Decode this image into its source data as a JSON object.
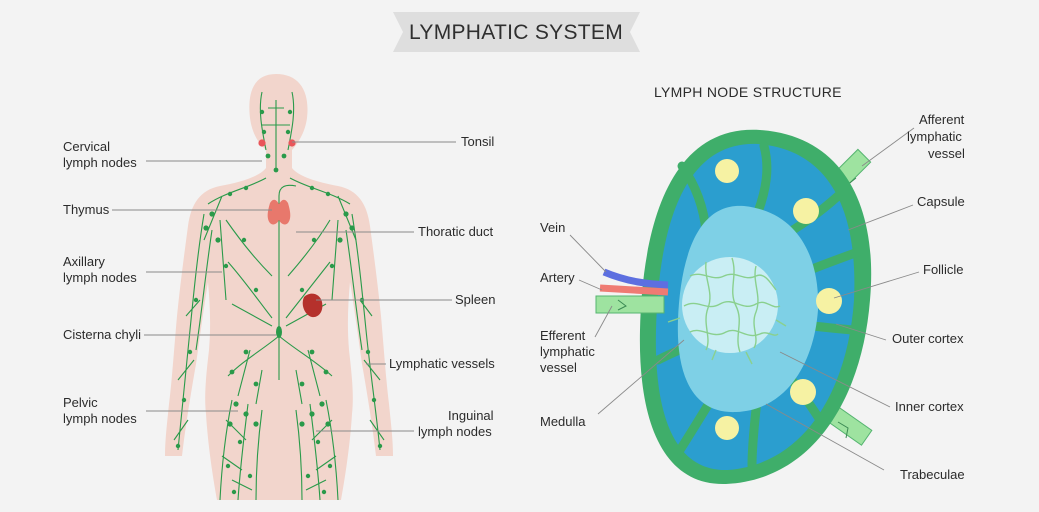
{
  "title": "LYMPHATIC SYSTEM",
  "body_diagram": {
    "labels": {
      "cervical": [
        "Cervical",
        "lymph nodes"
      ],
      "thymus": "Thymus",
      "axillary": [
        "Axillary",
        "lymph nodes"
      ],
      "cisterna": "Cisterna chyli",
      "pelvic": [
        "Pelvic",
        "lymph nodes"
      ],
      "tonsil": "Tonsil",
      "thoracic_duct": "Thoratic duct",
      "spleen": "Spleen",
      "lymphatic_vessels": "Lymphatic vessels",
      "inguinal": [
        "Inguinal",
        "lymph nodes"
      ]
    }
  },
  "node_diagram": {
    "title": "LYMPH NODE STRUCTURE",
    "labels": {
      "vein": "Vein",
      "artery": "Artery",
      "efferent": [
        "Efferent",
        "lymphatic",
        "vessel"
      ],
      "medulla": "Medulla",
      "afferent": [
        "Afferent",
        "lymphatic",
        "vessel"
      ],
      "capsule": "Capsule",
      "follicle": "Follicle",
      "outer_cortex": "Outer cortex",
      "inner_cortex": "Inner cortex",
      "trabeculae": "Trabeculae"
    }
  },
  "colors": {
    "background": "#f3f3f3",
    "skin": "#f2d5cc",
    "vessel_green": "#2a9a4a",
    "capsule_green": "#3fae6a",
    "outer_cortex_blue": "#2b9ecf",
    "inner_cortex_blue": "#7ed0e6",
    "medulla_blue": "#c9eef4",
    "follicle_yellow": "#f6f2a3",
    "vein_blue": "#5d6fe0",
    "artery_red": "#ef7b73",
    "spleen_red": "#b5312c",
    "thymus_red": "#e8786c",
    "tonsil_red": "#e9555a"
  }
}
